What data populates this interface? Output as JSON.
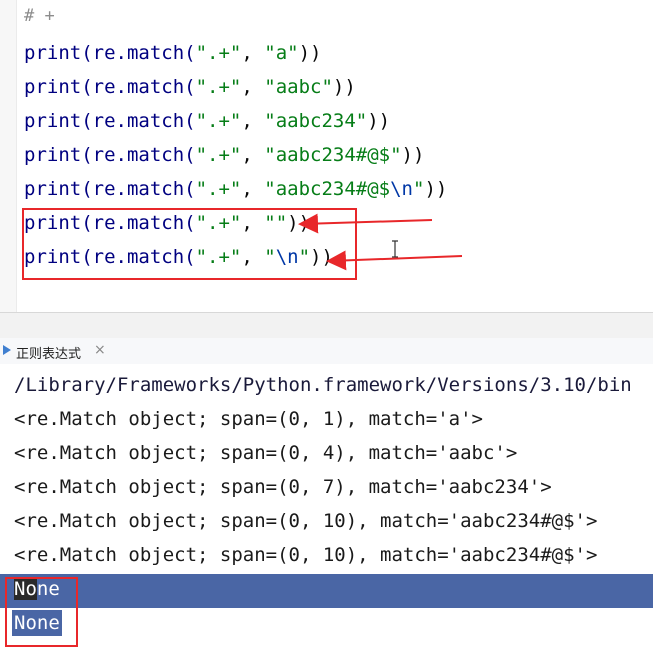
{
  "editor": {
    "comment": "# +",
    "lines": [
      {
        "pre": "print(re.match(",
        "pattern": "\".+\"",
        "sep": ", ",
        "text": "\"a\"",
        "escape": "",
        "text_end": "",
        "post": "))"
      },
      {
        "pre": "print(re.match(",
        "pattern": "\".+\"",
        "sep": ", ",
        "text": "\"aabc\"",
        "escape": "",
        "text_end": "",
        "post": "))"
      },
      {
        "pre": "print(re.match(",
        "pattern": "\".+\"",
        "sep": ", ",
        "text": "\"aabc234\"",
        "escape": "",
        "text_end": "",
        "post": "))"
      },
      {
        "pre": "print(re.match(",
        "pattern": "\".+\"",
        "sep": ", ",
        "text": "\"aabc234#@$\"",
        "escape": "",
        "text_end": "",
        "post": "))"
      },
      {
        "pre": "print(re.match(",
        "pattern": "\".+\"",
        "sep": ", ",
        "text": "\"aabc234#@$",
        "escape": "\\n",
        "text_end": "\"",
        "post": "))"
      },
      {
        "pre": "print(re.match(",
        "pattern": "\".+\"",
        "sep": ", ",
        "text": "\"\"",
        "escape": "",
        "text_end": "",
        "post": "))"
      },
      {
        "pre": "print(re.match(",
        "pattern": "\".+\"",
        "sep": ", ",
        "text": "\"",
        "escape": "\\n",
        "text_end": "\"",
        "post": "))"
      }
    ]
  },
  "tool_window": {
    "title": "正则表达式",
    "close": "×"
  },
  "console": {
    "path": "/Library/Frameworks/Python.framework/Versions/3.10/bin",
    "outputs": [
      "<re.Match object; span=(0, 1), match='a'>",
      "<re.Match object; span=(0, 4), match='aabc'>",
      "<re.Match object; span=(0, 7), match='aabc234'>",
      "<re.Match object; span=(0, 10), match='aabc234#@$'>",
      "<re.Match object; span=(0, 10), match='aabc234#@$'>"
    ],
    "none_a": "No",
    "none_b": "ne",
    "none_2": "None"
  },
  "colors": {
    "annotation": "#e8272a",
    "selection": "#4a66a5",
    "string": "#067d17",
    "keyword": "#000080"
  }
}
